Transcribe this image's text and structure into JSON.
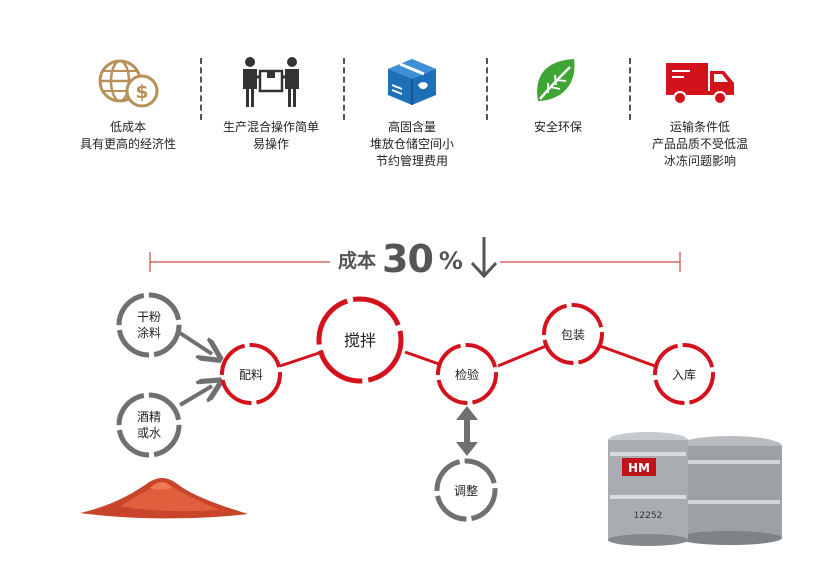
{
  "benefits": [
    {
      "icon": "globe-dollar-icon",
      "lines": [
        "低成本",
        "具有更高的经济性"
      ]
    },
    {
      "icon": "workers-box-icon",
      "lines": [
        "生产混合操作简单",
        "易操作"
      ]
    },
    {
      "icon": "box-icon",
      "lines": [
        "高固含量",
        "堆放仓储空间小",
        "节约管理费用"
      ]
    },
    {
      "icon": "leaf-icon",
      "lines": [
        "安全环保"
      ]
    },
    {
      "icon": "truck-icon",
      "lines": [
        "运输条件低",
        "产品品质不受低温",
        "冰冻问题影响"
      ]
    }
  ],
  "cost": {
    "label": "成本",
    "value": "30",
    "unit": "%",
    "arrow_icon": "down-arrow-icon"
  },
  "process": {
    "inputs": [
      {
        "lines": [
          "干粉",
          "涂料"
        ]
      },
      {
        "lines": [
          "酒精",
          "或水"
        ]
      }
    ],
    "steps": [
      "配料",
      "搅拌",
      "检验",
      "包装",
      "入库"
    ],
    "adjust": "调整"
  },
  "photos": {
    "drum_label": "12252"
  },
  "colors": {
    "accent": "#d3121b",
    "gray": "#707070"
  }
}
